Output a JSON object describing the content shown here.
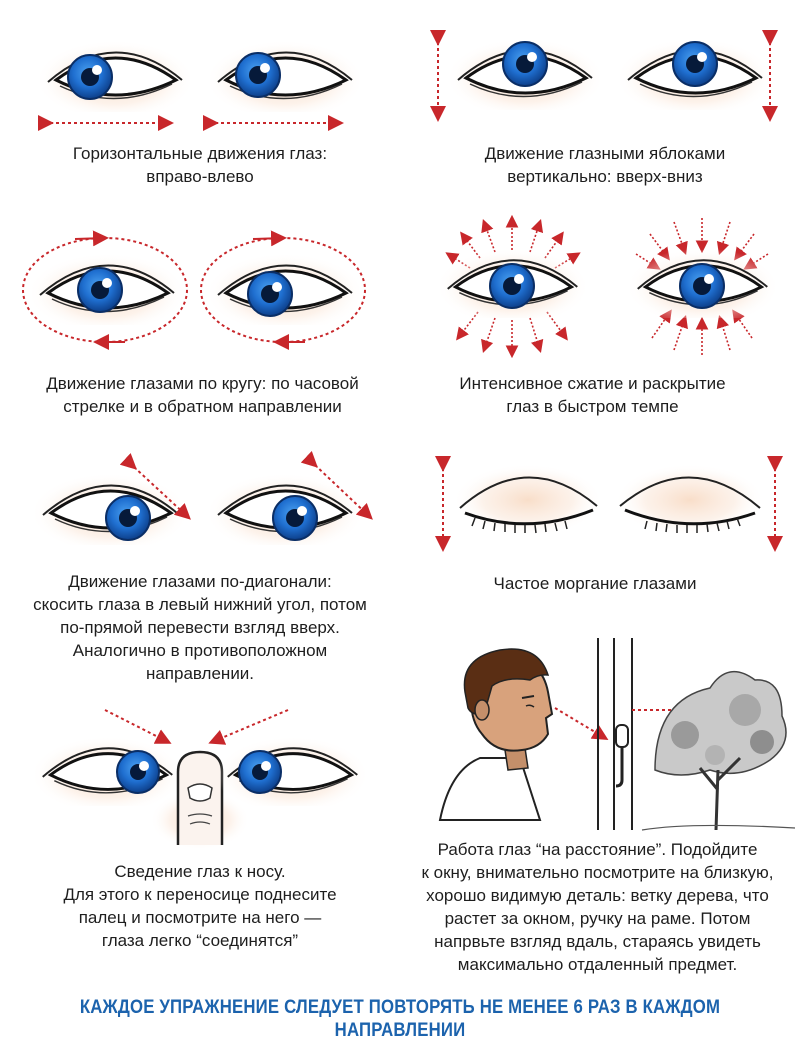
{
  "exercises": [
    {
      "id": "horizontal",
      "lines": [
        "Горизонтальные движения глаз:",
        "вправо-влево"
      ]
    },
    {
      "id": "vertical",
      "lines": [
        "Движение глазными яблоками",
        "вертикально: вверх-вниз"
      ]
    },
    {
      "id": "circle",
      "lines": [
        "Движение глазами по кругу: по часовой",
        "стрелке и в обратном направлении"
      ]
    },
    {
      "id": "squeeze",
      "lines": [
        "Интенсивное сжатие и раскрытие",
        "глаз в быстром темпе"
      ]
    },
    {
      "id": "diagonal",
      "lines": [
        "Движение глазами по-диагонали:",
        "скосить глаза в левый нижний угол, потом",
        "по-прямой перевести взгляд вверх.",
        "Аналогично в противоположном",
        "направлении."
      ]
    },
    {
      "id": "blink",
      "lines": [
        "Частое моргание глазами"
      ]
    },
    {
      "id": "nose",
      "lines": [
        "Сведение глаз к носу.",
        "Для этого к переносице поднесите",
        "палец и посмотрите на него —",
        "глаза легко “соединятся”"
      ]
    },
    {
      "id": "distance",
      "lines": [
        "Работа глаз “на расстояние”. Подойдите",
        "к окну, внимательно посмотрите на близкую,",
        "хорошо видимую деталь: ветку дерева, что",
        "растет за окном, ручку на раме. Потом",
        "напрвьте взгляд вдаль, стараясь увидеть",
        "максимально отдаленный предмет."
      ]
    }
  ],
  "footer": "КАЖДОЕ УПРАЖНЕНИЕ СЛЕДУЕТ ПОВТОРЯТЬ НЕ МЕНЕЕ 6 РАЗ В КАЖДОМ НАПРАВЛЕНИИ",
  "colors": {
    "iris": "#1f6fd0",
    "arrow": "#c8272b",
    "footer": "#1c63ad",
    "skin_glow": "#f6dcc8"
  },
  "icons": [
    "eye-icon",
    "closed-eye-icon",
    "arrow-icon",
    "finger-icon",
    "man-head-icon",
    "window-icon",
    "tree-icon"
  ]
}
